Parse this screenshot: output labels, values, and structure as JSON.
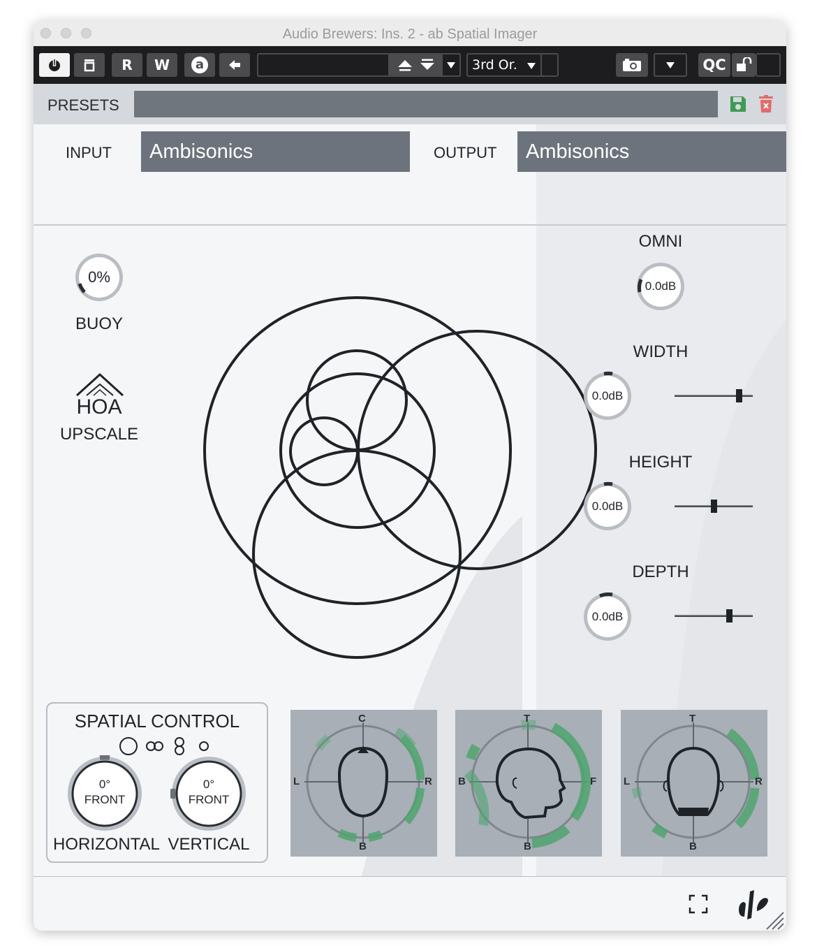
{
  "window": {
    "title": "Audio Brewers: Ins. 2 - ab Spatial Imager"
  },
  "toolbar": {
    "power_icon": "power-icon",
    "bypass_icon": "bypass-icon",
    "read_label": "R",
    "write_label": "W",
    "auto_label": "a",
    "back_icon": "arrow-left-icon",
    "order_label": "3rd Or.",
    "qc_label": "QC",
    "camera_icon": "camera-icon",
    "lock_icon": "unlock-icon"
  },
  "presets": {
    "label": "PRESETS",
    "value": ""
  },
  "io": {
    "input_label": "INPUT",
    "input_value": "Ambisonics",
    "output_label": "OUTPUT",
    "output_value": "Ambisonics"
  },
  "buoy": {
    "label": "BUOY",
    "value": "0%"
  },
  "hoa": {
    "logo_text": "HOA",
    "label": "UPSCALE"
  },
  "omni": {
    "label": "OMNI",
    "value": "0.0dB"
  },
  "width": {
    "label": "WIDTH",
    "value": "0.0dB",
    "slider": 0.85
  },
  "height": {
    "label": "HEIGHT",
    "value": "0.0dB",
    "slider": 0.5
  },
  "depth": {
    "label": "DEPTH",
    "value": "0.0dB",
    "slider": 0.72
  },
  "spatial_control": {
    "title": "SPATIAL CONTROL",
    "horizontal": {
      "label": "HORIZONTAL",
      "angle": "0°",
      "direction": "FRONT"
    },
    "vertical": {
      "label": "VERTICAL",
      "angle": "0°",
      "direction": "FRONT"
    }
  },
  "views": {
    "top": {
      "top": "C",
      "left": "L",
      "right": "R",
      "bottom": "B"
    },
    "side": {
      "top": "T",
      "left": "B",
      "right": "F",
      "bottom": "B"
    },
    "front": {
      "top": "T",
      "left": "L",
      "right": "R",
      "bottom": "B"
    }
  },
  "colors": {
    "toolbar": "#1d1d1f",
    "field": "#6c737c",
    "accent_green": "#4fa56f",
    "save_green": "#3f9a55",
    "delete_red": "#e06c6c"
  }
}
